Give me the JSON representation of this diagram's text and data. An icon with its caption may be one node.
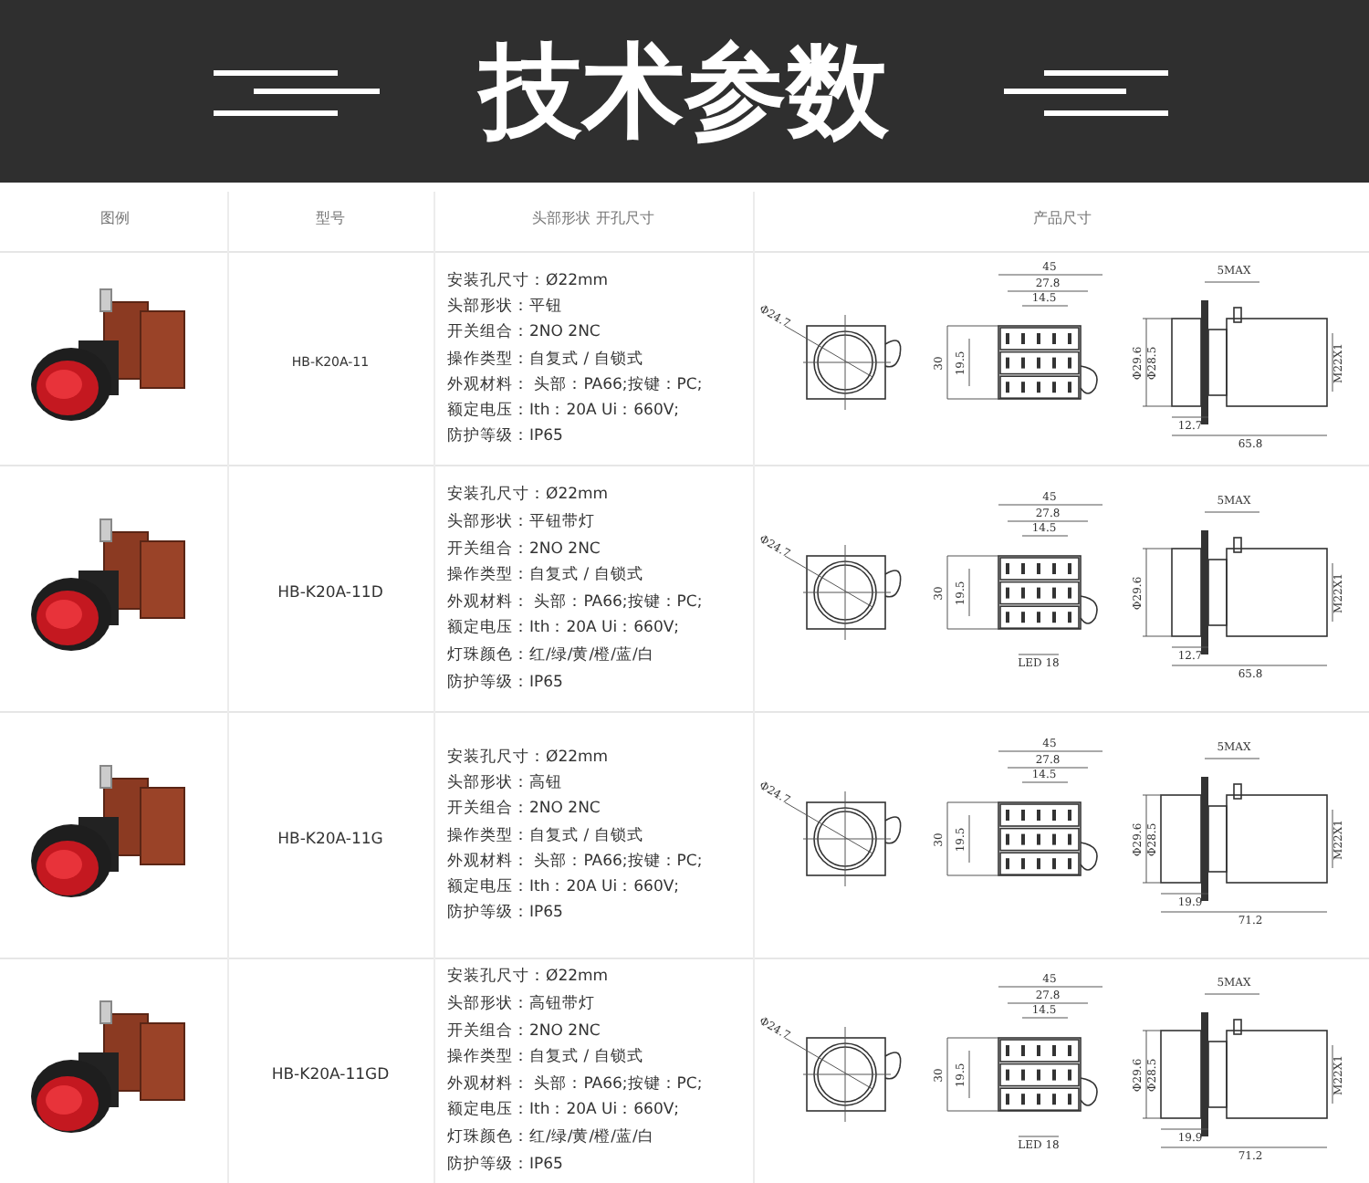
{
  "diagram": {
    "title": "技术参数",
    "labels": [
      "图例",
      "型号",
      "头部形状 开孔尺寸",
      "产品尺寸",
      "HB-K20A-11",
      "安装孔尺寸：Ø22mm",
      "头部形状：平钮",
      "开关组合：2NO 2NC",
      "操作类型：自复式 / 自锁式",
      "外观材料： 头部：PA66;按键：PC;",
      "额定电压：Ith：20A Ui：660V;",
      "防护等级：IP65",
      "Φ24.7",
      "45",
      "27.8",
      "14.5",
      "30",
      "19.5",
      "5MAX",
      "Φ29.6",
      "Φ28.5",
      "M22X1",
      "12.7",
      "65.8",
      "HB-K20A-11D",
      "安装孔尺寸：Ø22mm",
      "头部形状：平钮带灯",
      "开关组合：2NO 2NC",
      "操作类型：自复式 / 自锁式",
      "外观材料： 头部：PA66;按键：PC;",
      "额定电压：Ith：20A Ui：660V;",
      "灯珠颜色：红/绿/黄/橙/蓝/白",
      "防护等级：IP65",
      "Φ24.7",
      "45",
      "27.8",
      "14.5",
      "30",
      "19.5",
      "LED 18",
      "5MAX",
      "Φ29.6",
      "M22X1",
      "12.7",
      "65.8",
      "HB-K20A-11G",
      "安装孔尺寸：Ø22mm",
      "头部形状：高钮",
      "开关组合：2NO 2NC",
      "操作类型：自复式 / 自锁式",
      "外观材料： 头部：PA66;按键：PC;",
      "额定电压：Ith：20A Ui：660V;",
      "防护等级：IP65",
      "Φ24.7",
      "45",
      "27.8",
      "14.5",
      "30",
      "19.5",
      "5MAX",
      "Φ29.6",
      "Φ28.5",
      "M22X1",
      "19.9",
      "71.2",
      "HB-K20A-11GD",
      "安装孔尺寸：Ø22mm",
      "头部形状：高钮带灯",
      "开关组合：2NO 2NC",
      "操作类型：自复式 / 自锁式",
      "外观材料： 头部：PA66;按键：PC;",
      "额定电压：Ith：20A Ui：660V;",
      "灯珠颜色：红/绿/黄/橙/蓝/白",
      "防护等级：IP65",
      "Φ24.7",
      "45",
      "27.8",
      "14.5",
      "30",
      "19.5",
      "LED 18",
      "5MAX",
      "Φ29.6",
      "Φ28.5",
      "M22X1",
      "19.9",
      "71.2"
    ]
  }
}
